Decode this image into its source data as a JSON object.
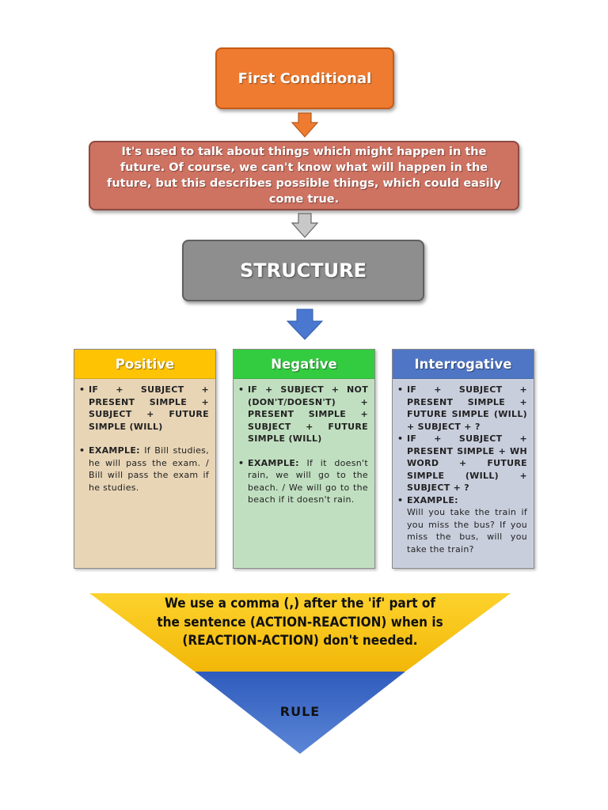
{
  "title": "First Conditional",
  "description": "It's used to talk about things which might happen in the future. Of course, we can't know what will happen in the future, but this describes possible things, which could easily come true.",
  "structure_label": "STRUCTURE",
  "columns": {
    "positive": {
      "title": "Positive",
      "formula": "IF + SUBJECT + PRESENT SIMPLE + SUBJECT + FUTURE SIMPLE (WILL)",
      "example_label": "EXAMPLE:",
      "example_text": " If Bill studies, he will pass the exam. / Bill will pass the exam if he studies.",
      "color": "#fec303"
    },
    "negative": {
      "title": "Negative",
      "formula": "IF + SUBJECT + NOT (DON'T/DOESN'T) + PRESENT SIMPLE + SUBJECT + FUTURE SIMPLE (WILL)",
      "example_label": "EXAMPLE:",
      "example_text": " If it doesn't rain, we will go to the beach. / We will go to the beach if it doesn't rain.",
      "color": "#33cc40"
    },
    "interrogative": {
      "title": "Interrogative",
      "formula_1": "IF + SUBJECT + PRESENT SIMPLE + FUTURE SIMPLE (WILL) + SUBJECT + ?",
      "formula_2": "IF + SUBJECT + PRESENT SIMPLE + WH WORD + FUTURE SIMPLE (WILL) + SUBJECT + ?",
      "example_label": "EXAMPLE:",
      "example_text": "Will you take the train if you miss the bus? If you miss the bus, will you take the train?",
      "color": "#4f76c5"
    }
  },
  "rule": {
    "text": "We use a comma (,) after the 'if' part of the sentence (ACTION-REACTION) when is (REACTION-ACTION) don't needed.",
    "label": "RULE"
  },
  "colors": {
    "title_orange": "#ee7b30",
    "description_red": "#ce7262",
    "structure_gray": "#8e8e8e",
    "rule_yellow": "#f9c20a",
    "rule_blue": "#4a72c4"
  }
}
